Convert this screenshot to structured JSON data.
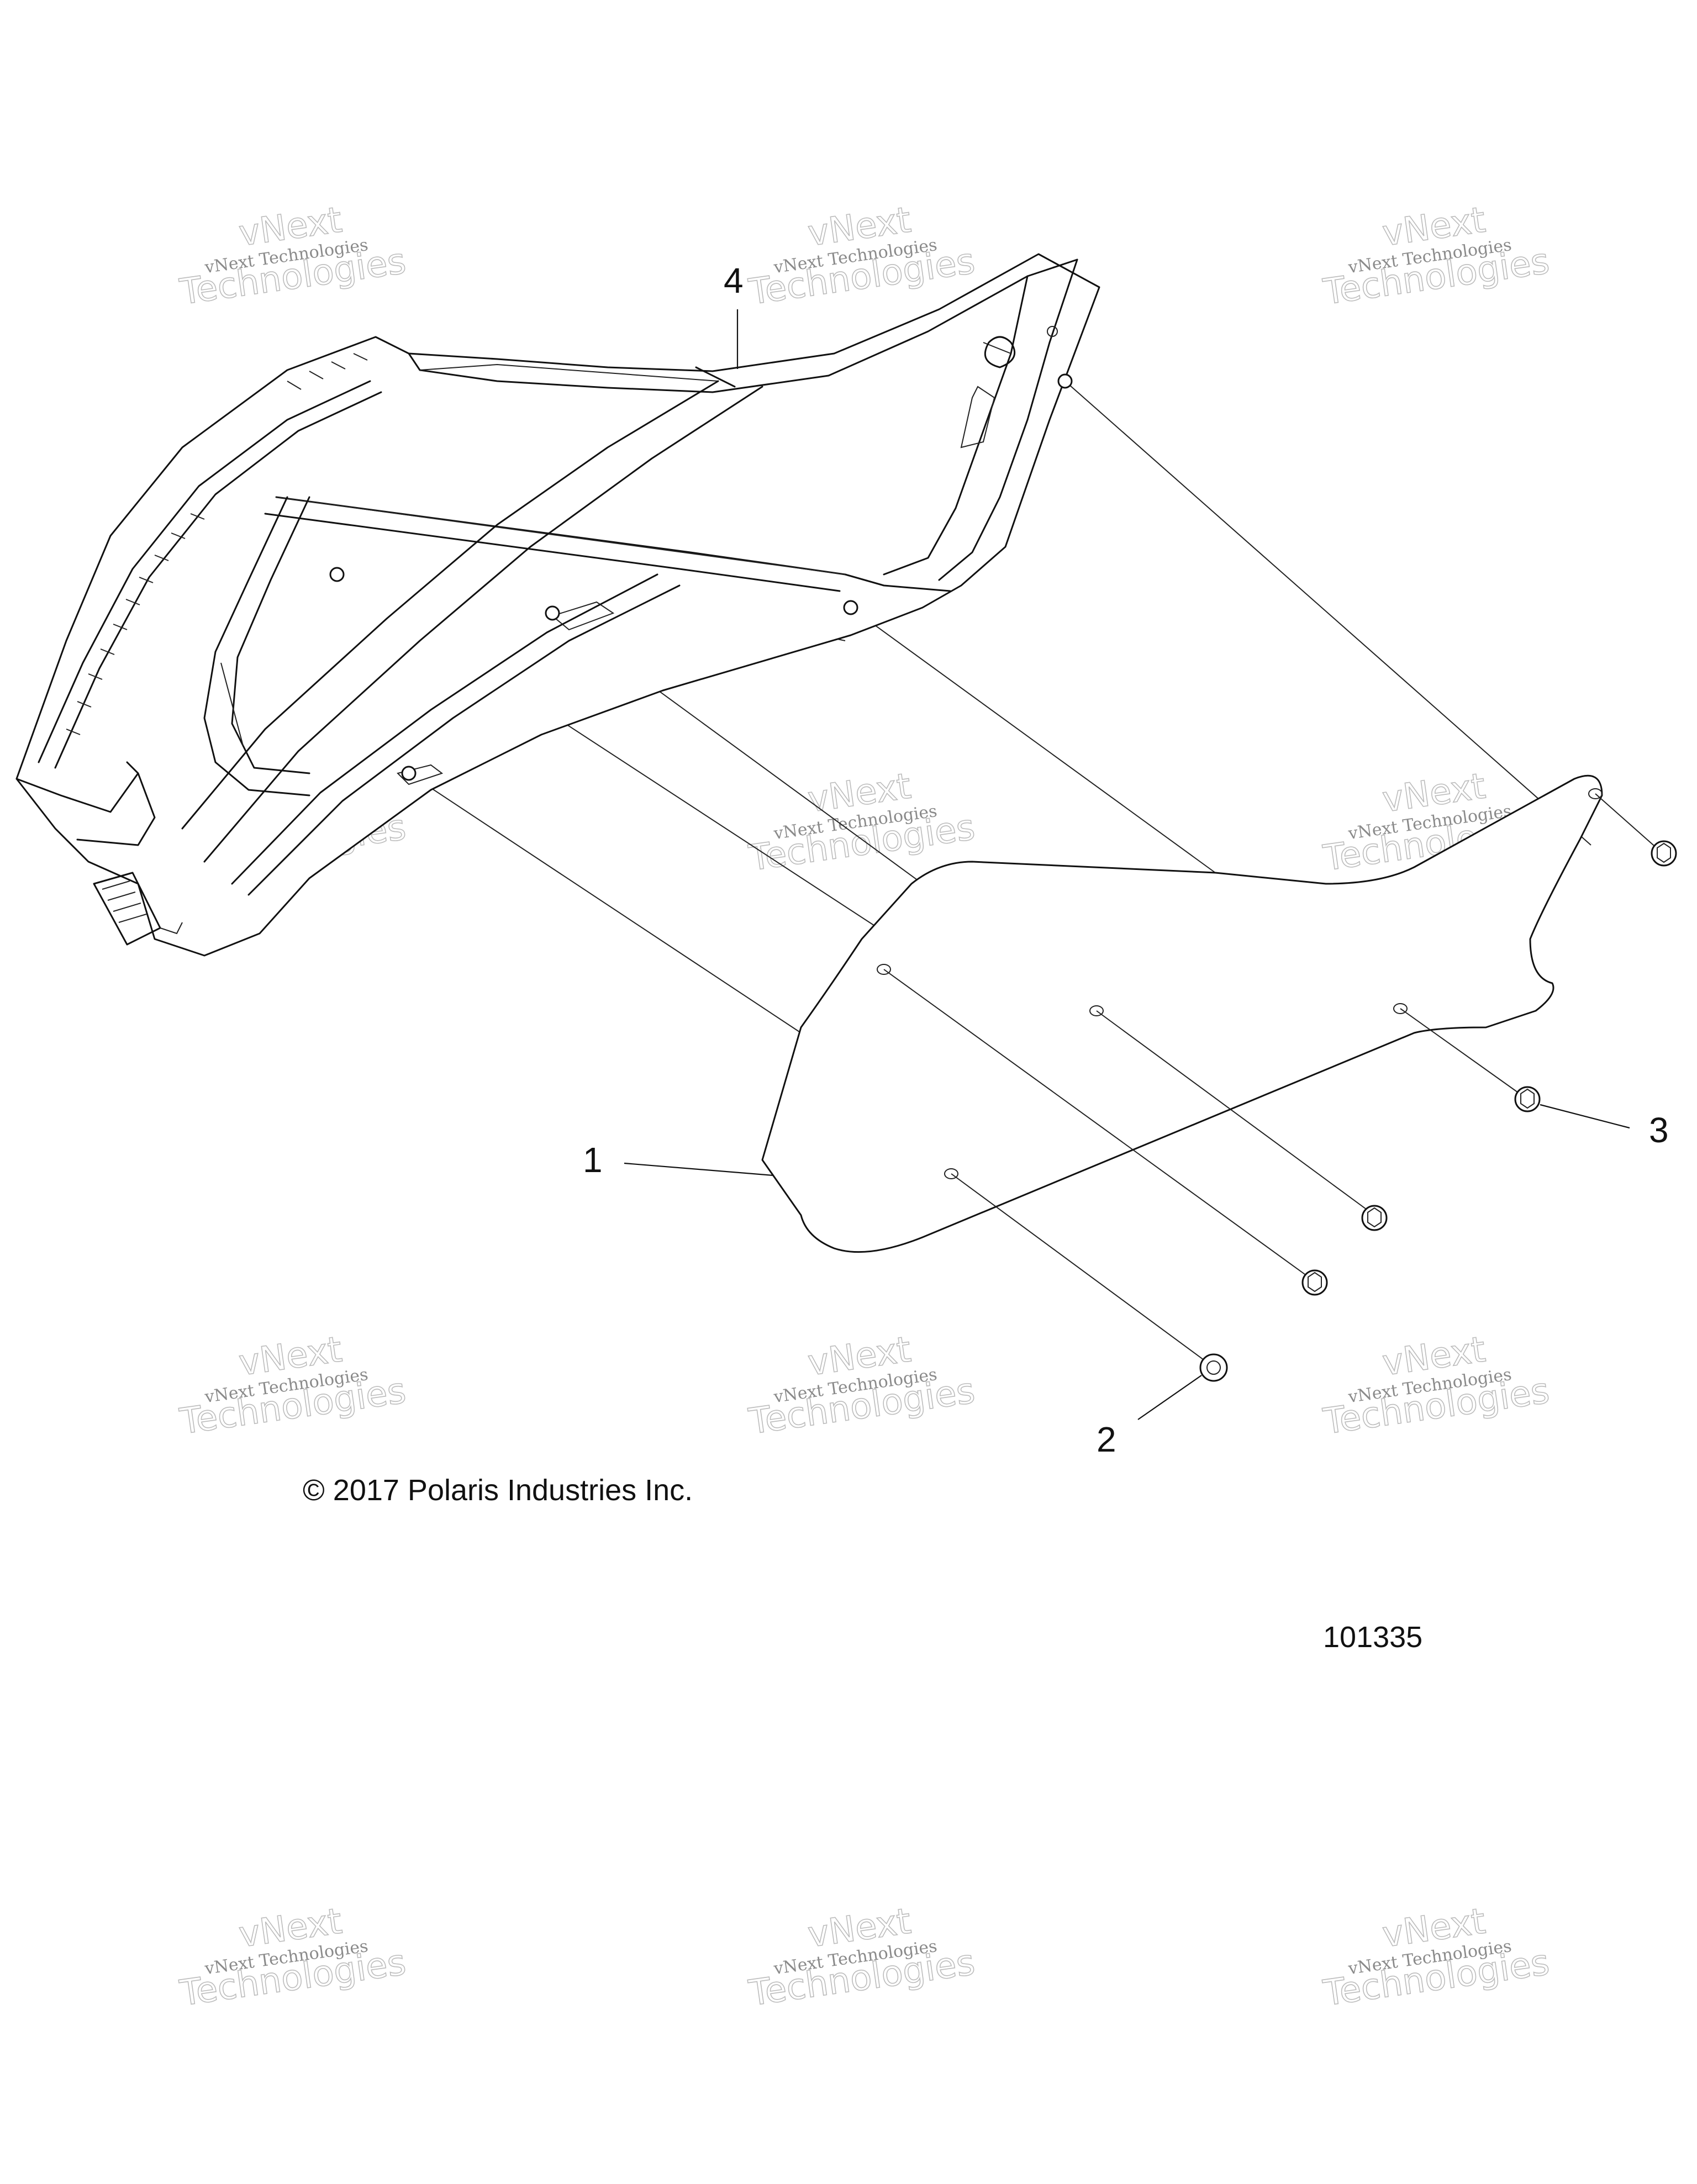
{
  "callouts": [
    {
      "id": "1",
      "part": "panel"
    },
    {
      "id": "2",
      "part": "fastener"
    },
    {
      "id": "3",
      "part": "fastener"
    },
    {
      "id": "4",
      "part": "door-frame"
    }
  ],
  "copyright": "© 2017 Polaris Industries Inc.",
  "figure_number": "101335",
  "watermark": {
    "line1": "vNext",
    "line2": "vNext Technologies",
    "line3": "Technologies"
  }
}
